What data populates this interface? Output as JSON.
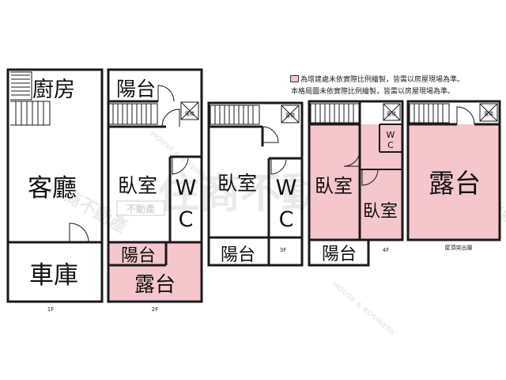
{
  "colors": {
    "addition_fill": "#f5c6cc",
    "wall": "#1a1a1a",
    "watermark": "#d4d4d4"
  },
  "legend": {
    "line1": "為增建處未依實際比例繪製，皆需以房屋現場為準。",
    "line2": "本格局圖未依實際比例繪製，皆需以房屋現場為準。"
  },
  "watermark": {
    "main": "住商不動產",
    "stamp": "不動產",
    "corner": "HOUSE & BUSINESS"
  },
  "floors": {
    "f1": {
      "label": "1F",
      "rooms": {
        "kitchen": "廚房",
        "living": "客廳",
        "garage": "車庫"
      }
    },
    "f2": {
      "label": "2F",
      "rooms": {
        "balcony_top": "陽台",
        "bedroom": "臥室",
        "wc_w": "W",
        "wc_c": "C",
        "balcony_bottom": "陽台",
        "terrace": "露台",
        "meter": "電梯"
      }
    },
    "f3": {
      "label": "3F",
      "rooms": {
        "bedroom": "臥室",
        "wc_w": "W",
        "wc_c": "C",
        "balcony": "陽台",
        "meter": "電梯"
      }
    },
    "f4": {
      "label": "4F",
      "rooms": {
        "bedroom_left": "臥室",
        "bedroom_right": "臥室",
        "wc_w": "W",
        "wc_c": "C",
        "balcony": "陽台",
        "meter": "電梯"
      }
    },
    "roof": {
      "label": "屋頂突出層",
      "rooms": {
        "terrace": "露台",
        "meter": "電梯"
      }
    }
  }
}
